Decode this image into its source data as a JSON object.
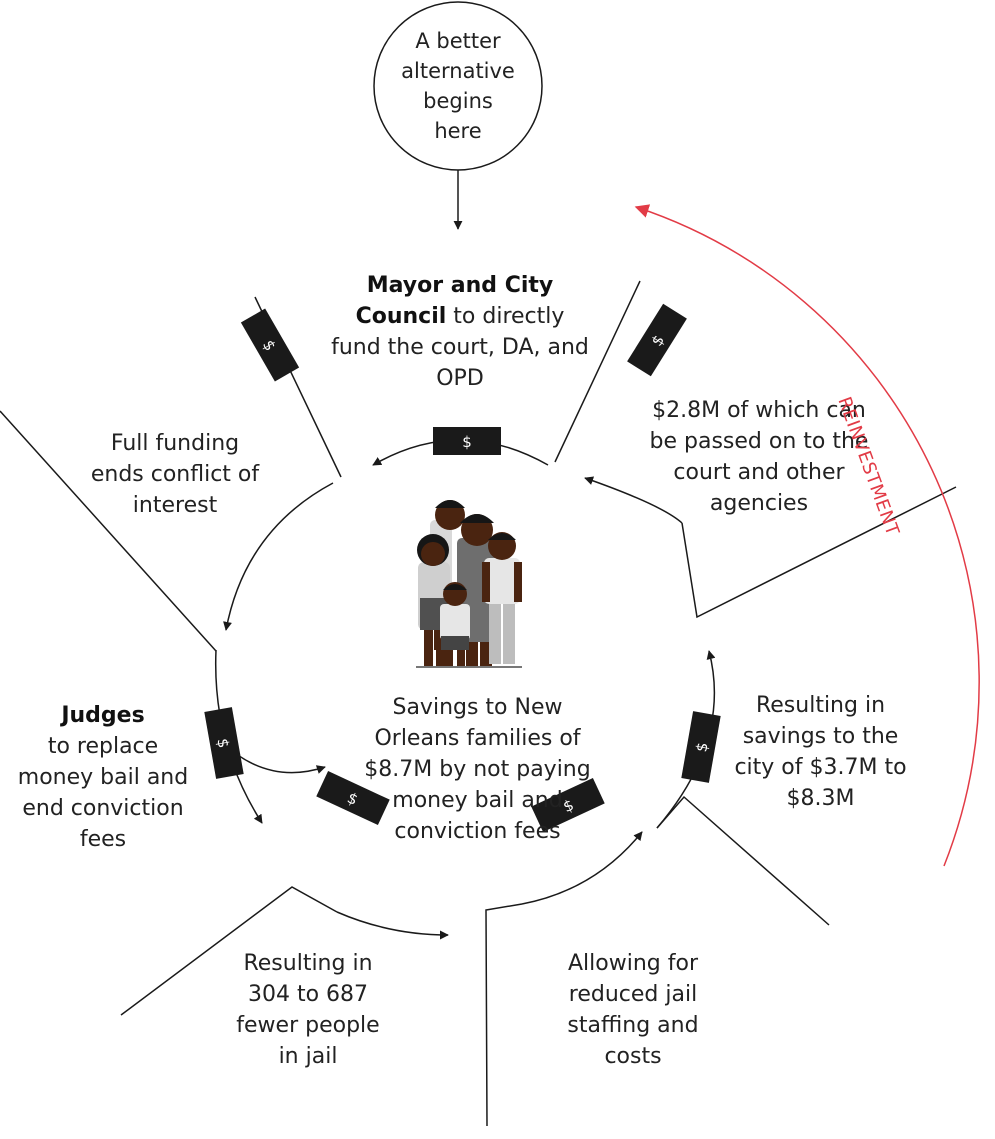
{
  "start": {
    "text": "A better alternative begins here"
  },
  "steps": [
    {
      "bold": "Mayor and City Council",
      "text": " to directly fund the court, DA, and OPD"
    },
    {
      "text": "$2.8M of which can be passed on to the court and other agencies"
    },
    {
      "text": "Resulting in savings to the city of $3.7M to $8.3M"
    },
    {
      "text": "Allowing for reduced jail staffing and costs"
    },
    {
      "text": "Resulting in 304 to 687 fewer people in jail"
    },
    {
      "bold": "Judges",
      "text": "to replace money bail and end conviction fees"
    },
    {
      "text": "Full funding ends conflict of interest"
    }
  ],
  "center": {
    "text": "Savings to New Orleans families of $8.7M by not paying money bail and conviction fees"
  },
  "reinvestment": {
    "label": "REINVESTMENT"
  },
  "money_symbol": "$",
  "colors": {
    "reinvestment": "#e23b46",
    "money": "#1a1a1a",
    "line": "#1a1a1a"
  }
}
